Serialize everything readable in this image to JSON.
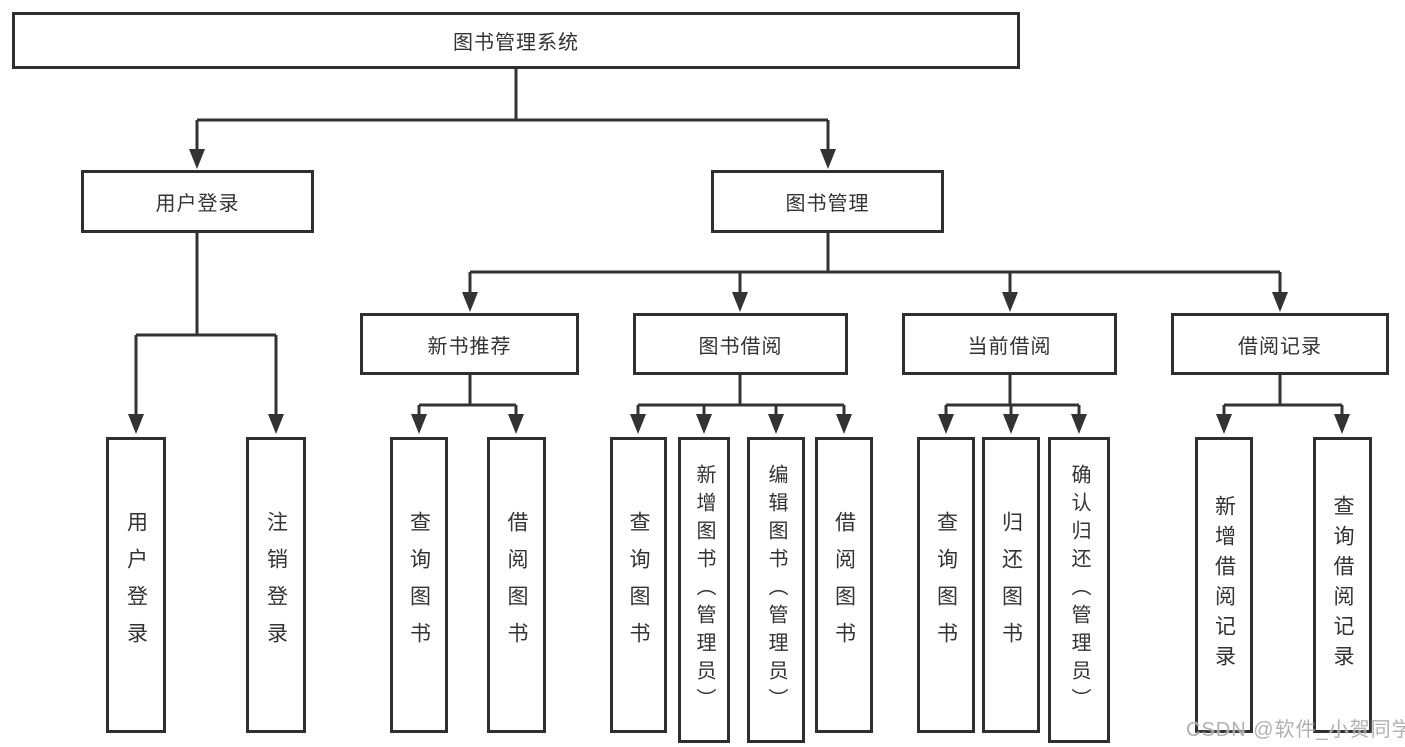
{
  "tree": {
    "root": "图书管理系统",
    "children": [
      {
        "label": "用户登录",
        "children": [
          {
            "label": "用户登录"
          },
          {
            "label": "注销登录"
          }
        ]
      },
      {
        "label": "图书管理",
        "children": [
          {
            "label": "新书推荐",
            "children": [
              {
                "label": "查询图书"
              },
              {
                "label": "借阅图书"
              }
            ]
          },
          {
            "label": "图书借阅",
            "children": [
              {
                "label": "查询图书"
              },
              {
                "label": "新增图书（管理员）"
              },
              {
                "label": "编辑图书（管理员）"
              },
              {
                "label": "借阅图书"
              }
            ]
          },
          {
            "label": "当前借阅",
            "children": [
              {
                "label": "查询图书"
              },
              {
                "label": "归还图书"
              },
              {
                "label": "确认归还（管理员）"
              }
            ]
          },
          {
            "label": "借阅记录",
            "children": [
              {
                "label": "新增借阅记录"
              },
              {
                "label": "查询借阅记录"
              }
            ]
          }
        ]
      }
    ]
  },
  "watermark": {
    "text": "CSDN @软件_小贺同学"
  },
  "colors": {
    "line": "#333333",
    "box_border": "#2f2f2f",
    "text": "#333333",
    "background": "#ffffff",
    "watermark": "#aaaaaa"
  }
}
